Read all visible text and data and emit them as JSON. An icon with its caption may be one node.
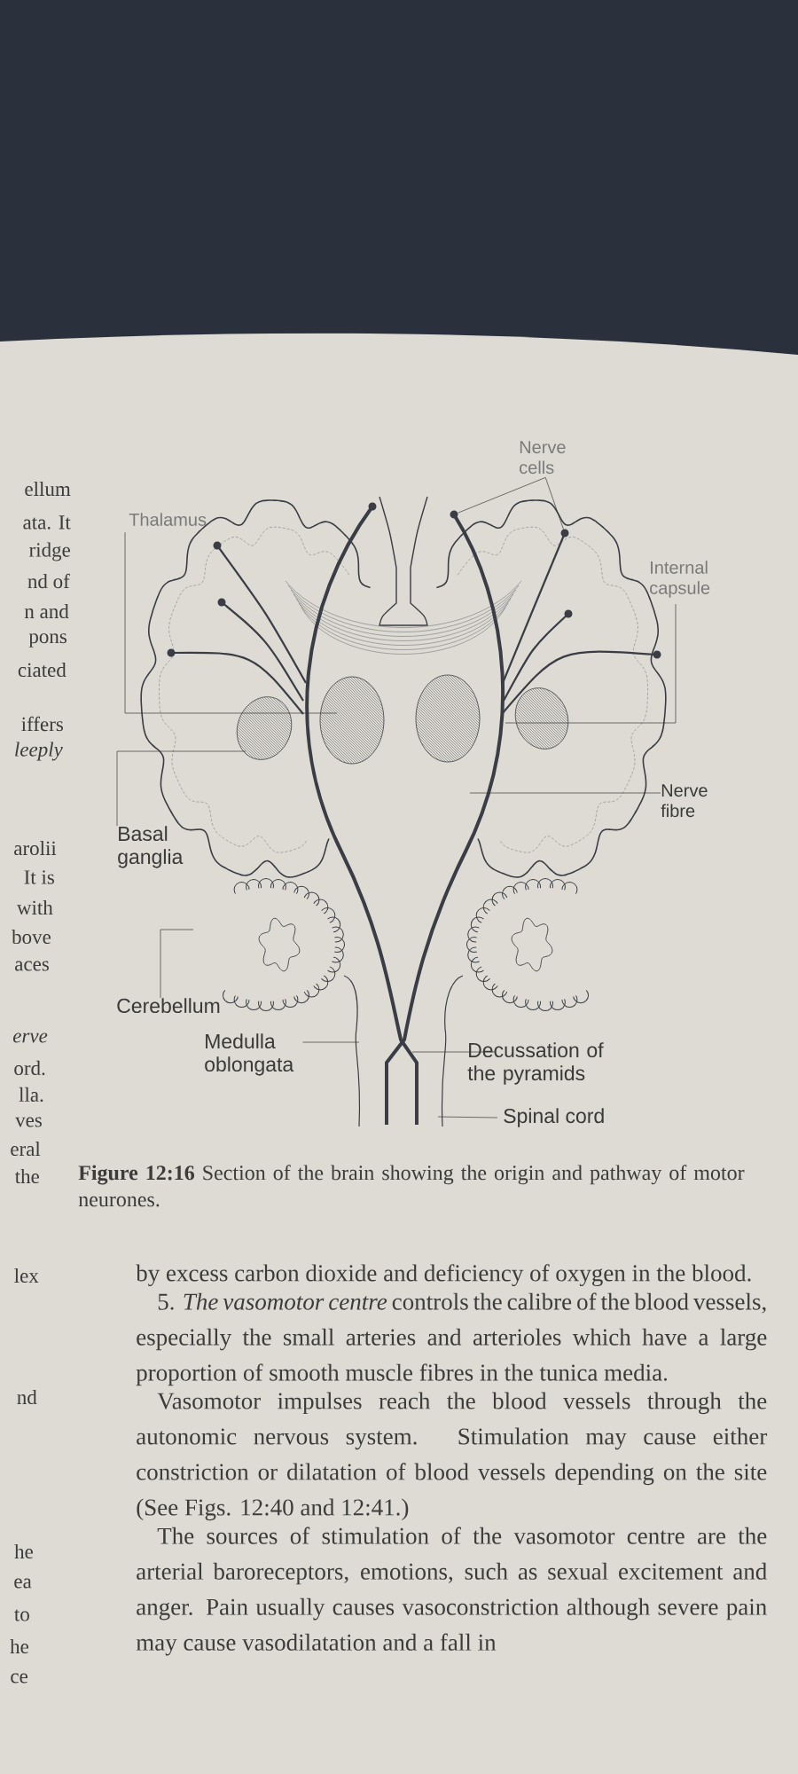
{
  "diagram": {
    "caption": "**Figure 12:16** Section of the brain showing the origin and pathway of motor neurones.",
    "nodes": [
      {
        "text": [
          "Thalamus"
        ]
      },
      {
        "text": [
          "Nerve cells"
        ]
      },
      {
        "text": [
          "Internal capsule"
        ]
      },
      {
        "text": [
          "Basal ganglia"
        ]
      },
      {
        "text": [
          "Nerve fibre"
        ]
      },
      {
        "text": [
          "Cerebellum"
        ]
      },
      {
        "text": [
          "Medulla oblongata"
        ]
      },
      {
        "text": [
          "Decussation of the pyramids"
        ]
      },
      {
        "text": [
          "Spinal cord"
        ]
      },
      {
        "text": [],
        "shape": "circle"
      },
      {
        "text": [],
        "shape": "circle"
      }
    ],
    "edges": [
      {
        "from": 0,
        "to": null,
        "arrow": "none"
      },
      {
        "from": 1,
        "to": 9,
        "arrow": "none"
      },
      {
        "from": 1,
        "to": 10,
        "arrow": "none"
      },
      {
        "from": 2,
        "to": null,
        "arrow": "none"
      },
      {
        "from": 3,
        "to": null,
        "arrow": "none"
      },
      {
        "from": 4,
        "to": null,
        "arrow": "none"
      },
      {
        "from": 5,
        "to": null,
        "arrow": "none"
      },
      {
        "from": 6,
        "to": null,
        "arrow": "none"
      },
      {
        "from": 7,
        "to": null,
        "arrow": "none"
      },
      {
        "from": 8,
        "to": null,
        "arrow": "none"
      }
    ],
    "labels": [
      "ellum",
      "ata. It",
      "ridge",
      "nd of",
      "n and",
      "pons",
      "ciated",
      "iffers",
      "leeply",
      "arolii",
      "It is",
      "with",
      "bove",
      "aces",
      "erve",
      "ord.",
      "lla.",
      "ves",
      "eral",
      "the",
      "lex",
      "nd",
      "he",
      "ea",
      "to",
      "he",
      "ce",
      "by excess carbon dioxide and deficiency of oxygen in the blood.",
      "5. *The vasomotor centre* controls the calibre of the blood vessels, especially the small arteries and arterioles which have a large proportion of smooth muscle fibres in the tunica media.",
      "Vasomotor impulses reach the blood vessels through the autonomic nervous system. Stimulation may cause either constriction or dilatation of blood vessels depending on the site (See Figs. 12:40 and 12:41.)",
      "The sources of stimulation of the vasomotor centre are the arterial baroreceptors, emotions, such as sexual excitement and anger. Pain usually causes vasoconstriction although severe pain may cause vasodilatation and a fall in"
    ]
  }
}
